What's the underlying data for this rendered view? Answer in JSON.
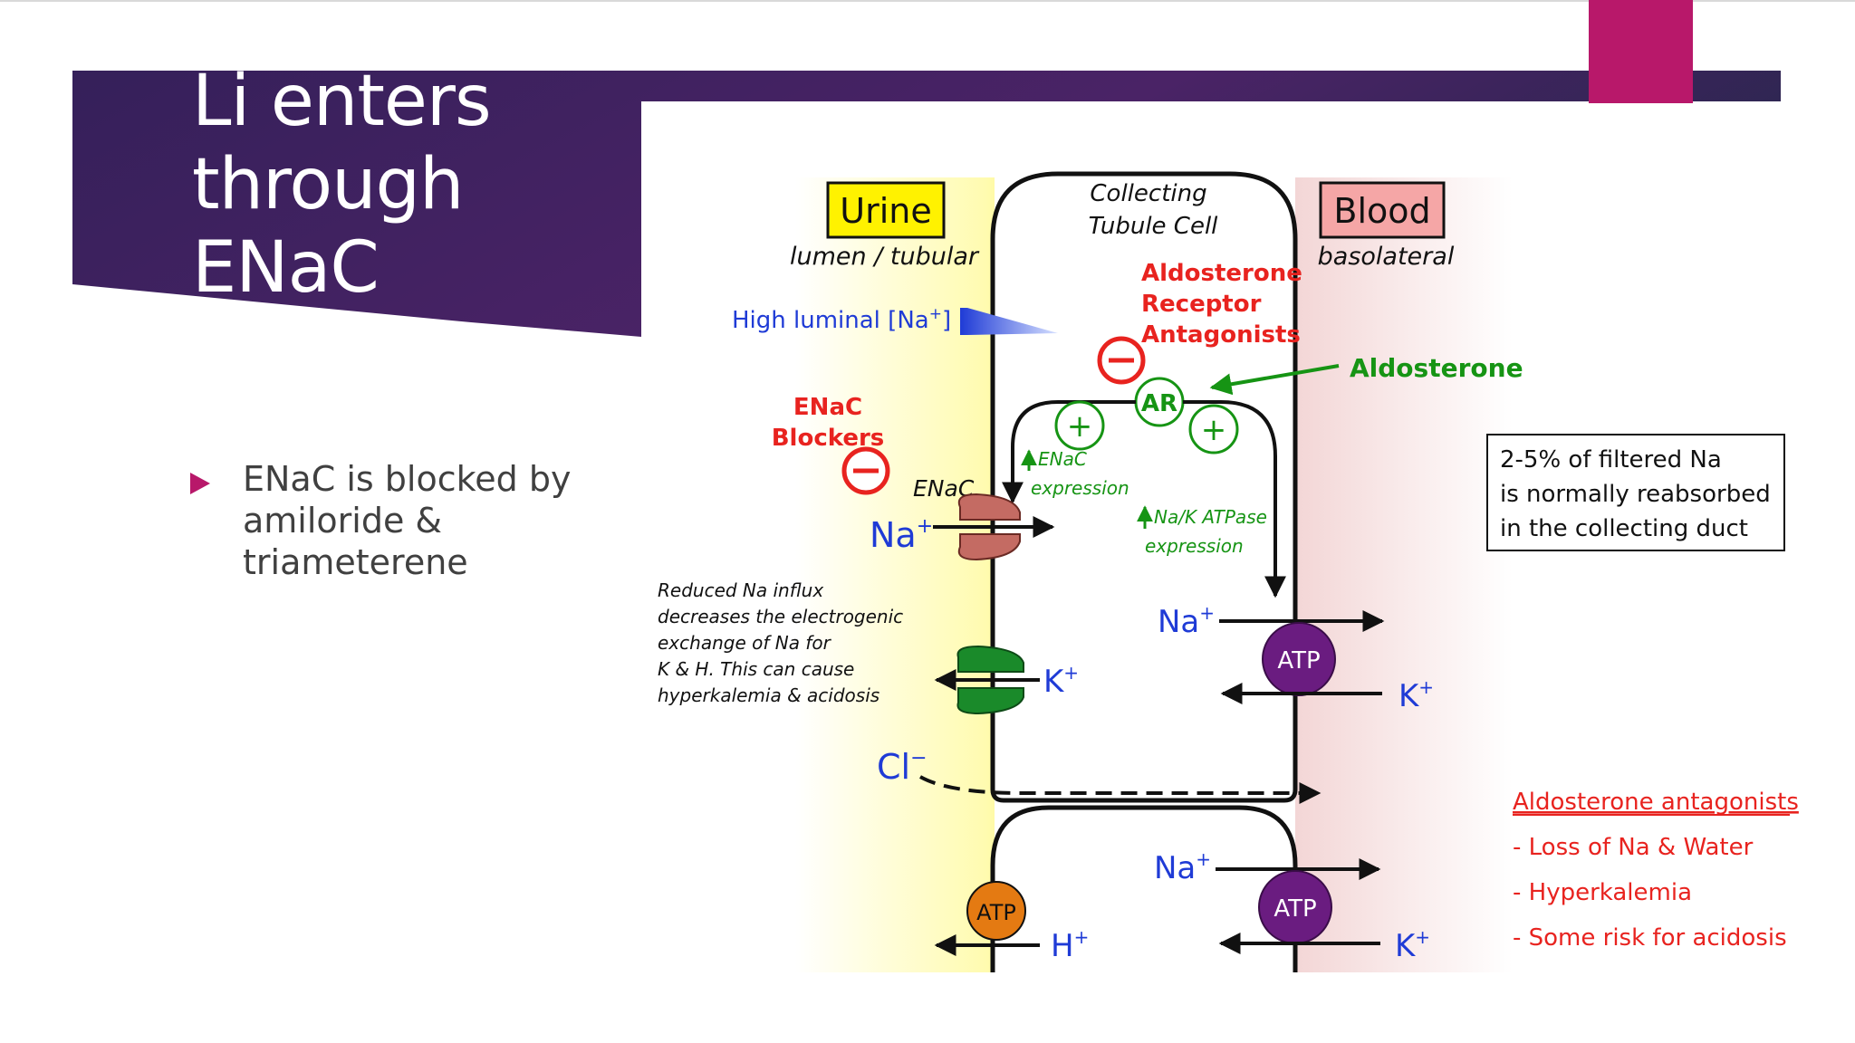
{
  "slide": {
    "title_lines": [
      "Li enters",
      "through",
      "ENaC"
    ],
    "bullets": [
      "ENaC is blocked by amiloride & triameterene"
    ]
  },
  "colors": {
    "title_band": "#3a1f5b",
    "accent_magenta": "#b8186a",
    "urine_yellow": "#fff200",
    "blood_pink": "#f5dcdc",
    "red_label": "#e8231f",
    "green_label": "#169414",
    "blue_ion": "#1f3bd6",
    "atp_purple": "#6a1c80",
    "atp_orange": "#e47a12",
    "enac_channel": "#c46b63",
    "k_channel": "#1a8a2a"
  },
  "diagram": {
    "urine_box": "Urine",
    "urine_sub": "lumen / tubular",
    "cell_label_1": "Collecting",
    "cell_label_2": "Tubule Cell",
    "blood_box": "Blood",
    "blood_sub": "basolateral",
    "high_luminal_prefix": "High luminal [Na",
    "high_luminal_sup": "+",
    "high_luminal_suffix": "]",
    "ara_1": "Aldosterone",
    "ara_2": "Receptor",
    "ara_3": "Antagonists",
    "aldosterone": "Aldosterone",
    "ar": "AR",
    "plus": "+",
    "minus": "−",
    "enac_blockers_1": "ENaC",
    "enac_blockers_2": "Blockers",
    "enac": "ENaC",
    "enac_expr_1": "ENaC",
    "enac_expr_2": "expression",
    "nak_expr_1": "Na/K ATPase",
    "nak_expr_2": "expression",
    "na": "Na",
    "k": "K",
    "h": "H",
    "cl": "Cl",
    "plus_sup": "+",
    "minus_sup": "−",
    "atp": "ATP",
    "reduced_text": [
      "Reduced Na influx",
      "decreases the electrogenic",
      "exchange of Na for",
      "K & H. This can cause",
      "hyperkalemia & acidosis"
    ],
    "filtered_box": [
      "2-5% of filtered Na",
      "is normally reabsorbed",
      "in the collecting duct"
    ],
    "antag_heading": "Aldosterone antagonists",
    "antag_items": [
      "- Loss of Na & Water",
      "- Hyperkalemia",
      "- Some risk for acidosis"
    ]
  }
}
